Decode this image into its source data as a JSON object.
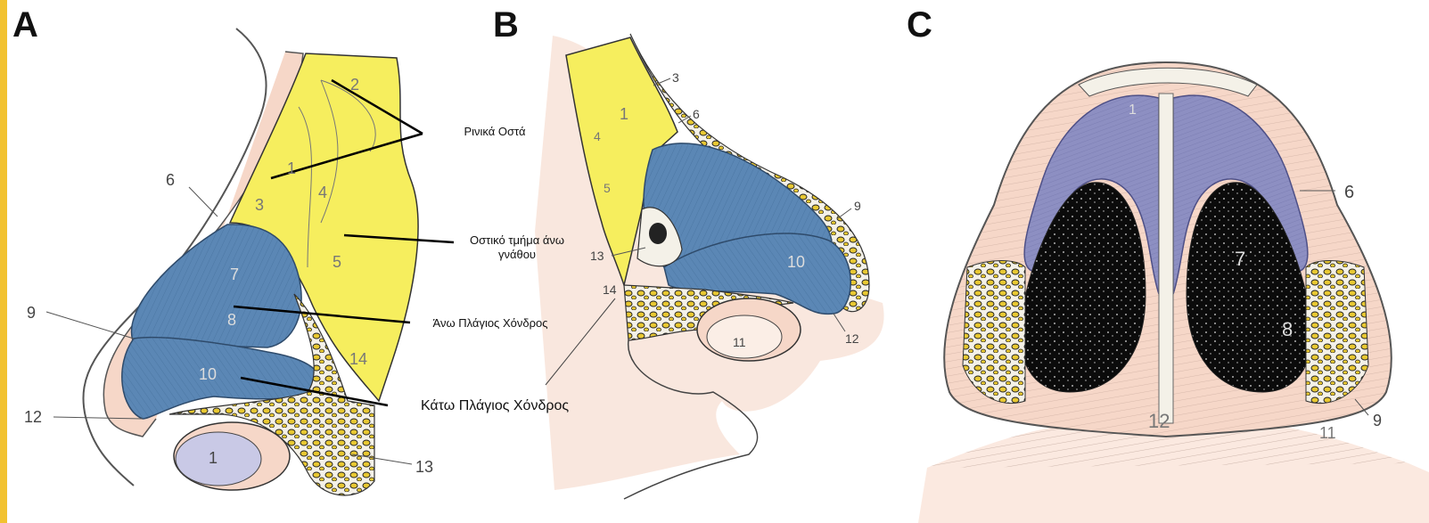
{
  "panels": {
    "a": "A",
    "b": "B",
    "c": "C"
  },
  "colors": {
    "bone": "#f6ee5e",
    "cartilage": "#5b87b5",
    "alar": "#8d8fc2",
    "skin": "#f6d7c8",
    "fat": "#e8c832",
    "edge": "#f2c230"
  },
  "annotations": {
    "nasal_bones": "Ρινικά Οστά",
    "maxilla": "Οστικό τμήμα άνω γνάθου",
    "upper_lateral": "Άνω Πλάγιος Χόνδρος",
    "lower_lateral": "Κάτω Πλάγιος Χόνδρος"
  },
  "numbers_a": {
    "n1_top": "1",
    "n2": "2",
    "n3": "3",
    "n4": "4",
    "n5": "5",
    "n6": "6",
    "n7": "7",
    "n8": "8",
    "n9": "9",
    "n10": "10",
    "n12": "12",
    "n13": "13",
    "n14": "14",
    "n1_bottom": "1"
  },
  "numbers_b": {
    "n1": "1",
    "n3": "3",
    "n4": "4",
    "n5": "5",
    "n6": "6",
    "n9": "9",
    "n10": "10",
    "n11": "11",
    "n12": "12",
    "n13": "13",
    "n14": "14"
  },
  "numbers_c": {
    "n1": "1",
    "n6": "6",
    "n7": "7",
    "n8": "8",
    "n9": "9",
    "n11": "11",
    "n12": "12"
  }
}
